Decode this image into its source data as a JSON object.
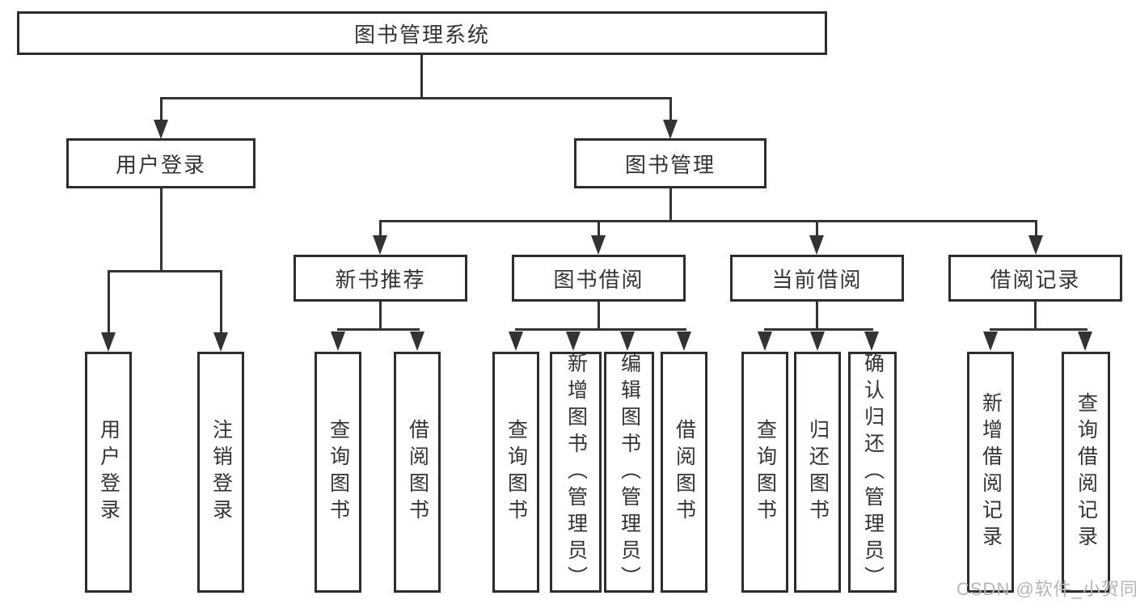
{
  "diagram": {
    "colors": {
      "line": "#333333",
      "node-border": "#2d2d2d",
      "node-text": "#333333",
      "background": "#ffffff",
      "watermark": "#b5b5b5"
    },
    "root": {
      "label": "图书管理系统"
    },
    "level2": [
      {
        "label": "用户登录"
      },
      {
        "label": "图书管理"
      }
    ],
    "level3": [
      {
        "label": "新书推荐"
      },
      {
        "label": "图书借阅"
      },
      {
        "label": "当前借阅"
      },
      {
        "label": "借阅记录"
      }
    ],
    "leaves": {
      "user_login": [
        "用户登录",
        "注销登录"
      ],
      "new_book": [
        "查询图书",
        "借阅图书"
      ],
      "borrow": [
        "查询图书",
        "新增图书（管理员）",
        "编辑图书（管理员）",
        "借阅图书"
      ],
      "current": [
        "查询图书",
        "归还图书",
        "确认归还（管理员）"
      ],
      "records": [
        "新增借阅记录",
        "查询借阅记录"
      ]
    }
  },
  "watermark": {
    "text": "CSDN @软件_小贺同学"
  }
}
